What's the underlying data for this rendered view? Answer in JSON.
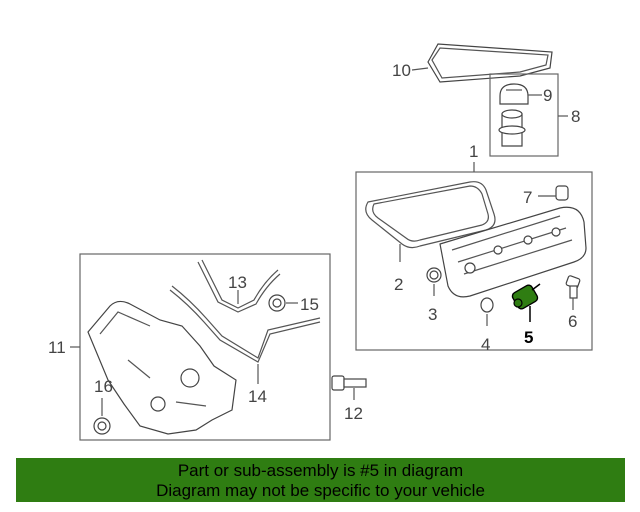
{
  "diagram": {
    "callouts": [
      "1",
      "2",
      "3",
      "4",
      "5",
      "6",
      "7",
      "8",
      "9",
      "10",
      "11",
      "12",
      "13",
      "14",
      "15",
      "16"
    ],
    "highlighted": "5",
    "highlight_color": "#2f7d12"
  },
  "banner": {
    "line1": "Part or sub-assembly is #5 in diagram",
    "line2": "Diagram may not be specific to your vehicle",
    "background": "#2f7d12"
  }
}
